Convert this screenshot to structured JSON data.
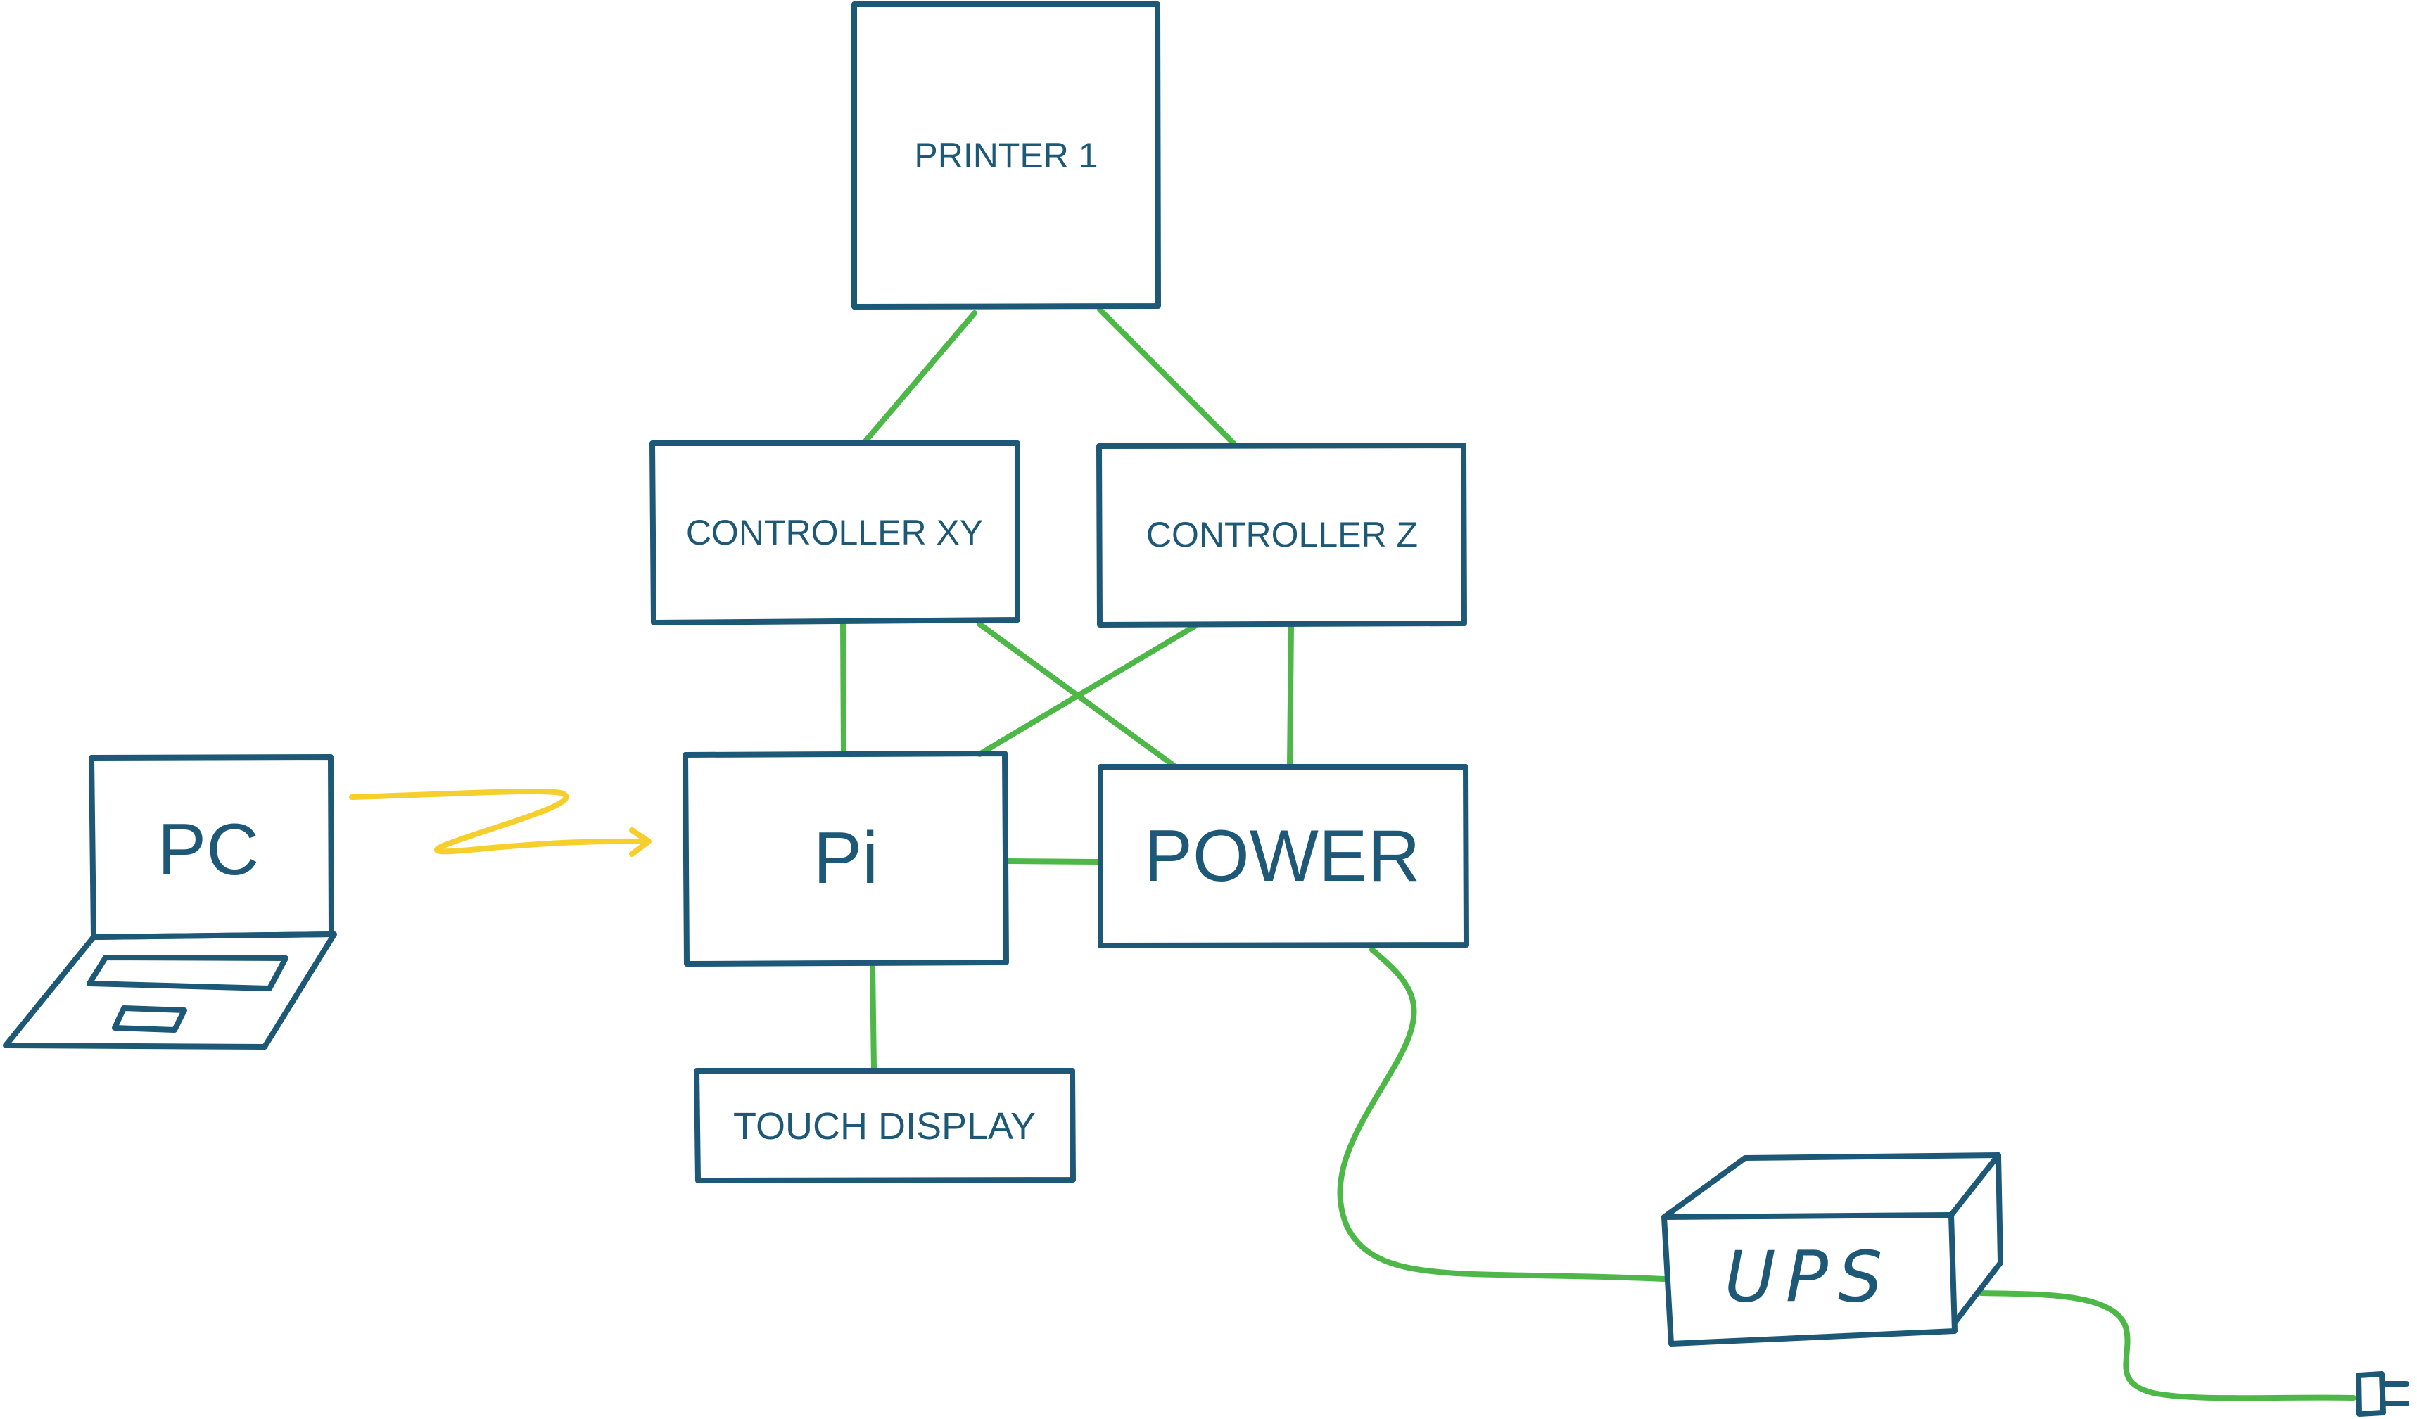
{
  "diagram": {
    "nodes": {
      "printer1": "PRINTER 1",
      "controller_xy": "CONTROLLER XY",
      "controller_z": "CONTROLLER Z",
      "pc": "PC",
      "pi": "Pi",
      "power": "POWER",
      "touch_display": "TOUCH DISPLAY",
      "ups": "UPS"
    },
    "colors": {
      "box_outline": "#1d5877",
      "wired_connection": "#4db848",
      "wireless_connection": "#f7cf2d"
    },
    "icons": {
      "pc": "laptop-icon",
      "ups": "ups-box-icon",
      "mains": "power-plug-icon"
    }
  }
}
